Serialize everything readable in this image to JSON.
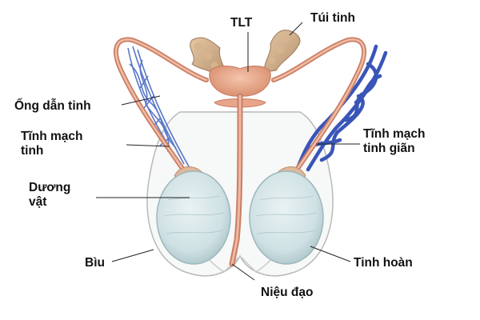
{
  "labels": {
    "tlt": "TLT",
    "seminal_vesicle": "Túi tinh",
    "vas_deferens": "Ống dẫn tinh",
    "spermatic_vein_1": "Tĩnh mạch",
    "spermatic_vein_2": "tinh",
    "varicocele_1": "Tĩnh mạch",
    "varicocele_2": "tinh giãn",
    "penis_1": "Dương",
    "penis_2": "vật",
    "scrotum": "Bìu",
    "testis": "Tinh hoàn",
    "urethra": "Niệu đạo"
  },
  "colors": {
    "tissue": "#e8a58a",
    "tissue_dark": "#c97e66",
    "vein_normal": "#5a78c8",
    "vein_dilated": "#3a55b8",
    "testis": "#cfe1e4",
    "testis_edge": "#9db8bd",
    "scrotum_edge": "#b9b9b9",
    "leader_line": "#222222"
  }
}
